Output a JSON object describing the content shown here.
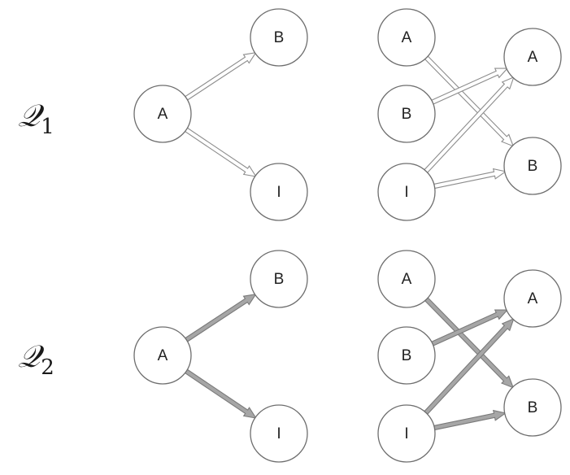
{
  "rows": [
    {
      "label": {
        "main": "𝒬",
        "sub": "1"
      },
      "arrow_style": "hollow",
      "arrow_fill": "#ffffff",
      "left": {
        "nodes": [
          {
            "id": "A",
            "text": "A"
          },
          {
            "id": "B",
            "text": "B"
          },
          {
            "id": "I",
            "text": "I"
          }
        ],
        "edges": [
          {
            "from": "A",
            "to": "B"
          },
          {
            "from": "A",
            "to": "I"
          }
        ]
      },
      "right": {
        "nodes": [
          {
            "id": "LA",
            "text": "A"
          },
          {
            "id": "LB",
            "text": "B"
          },
          {
            "id": "LI",
            "text": "I"
          },
          {
            "id": "RA",
            "text": "A"
          },
          {
            "id": "RB",
            "text": "B"
          }
        ],
        "edges": [
          {
            "from": "LA",
            "to": "RB"
          },
          {
            "from": "LB",
            "to": "RA"
          },
          {
            "from": "LI",
            "to": "RA"
          },
          {
            "from": "LI",
            "to": "RB"
          }
        ]
      }
    },
    {
      "label": {
        "main": "𝒬",
        "sub": "2"
      },
      "arrow_style": "solid",
      "arrow_fill": "#a6a6a6",
      "left": {
        "nodes": [
          {
            "id": "A",
            "text": "A"
          },
          {
            "id": "B",
            "text": "B"
          },
          {
            "id": "I",
            "text": "I"
          }
        ],
        "edges": [
          {
            "from": "A",
            "to": "B"
          },
          {
            "from": "A",
            "to": "I"
          }
        ]
      },
      "right": {
        "nodes": [
          {
            "id": "LA",
            "text": "A"
          },
          {
            "id": "LB",
            "text": "B"
          },
          {
            "id": "LI",
            "text": "I"
          },
          {
            "id": "RA",
            "text": "A"
          },
          {
            "id": "RB",
            "text": "B"
          }
        ],
        "edges": [
          {
            "from": "LA",
            "to": "RB"
          },
          {
            "from": "LB",
            "to": "RA"
          },
          {
            "from": "LI",
            "to": "RA"
          },
          {
            "from": "LI",
            "to": "RB"
          }
        ]
      }
    }
  ]
}
